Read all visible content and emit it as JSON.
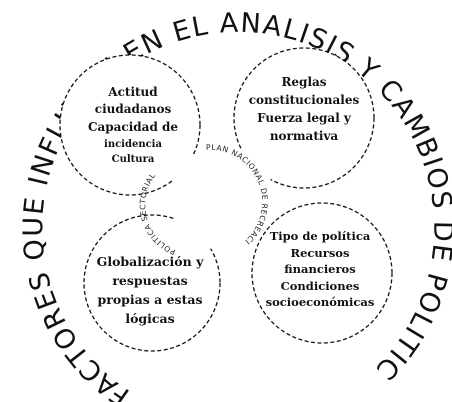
{
  "outer_title": "FACTORES QUE INFLUYEN EN EL ANALISIS Y CAMBIOS DE POLITICAS",
  "center": {
    "label_plan": "PLAN NACIONAL DE RECREACIÓN",
    "label_sectoral": "POLITICA SECTORIAL"
  },
  "circles": {
    "top_left": [
      "Actitud",
      "ciudadanos",
      "Capacidad de",
      "incidencia",
      "Cultura"
    ],
    "top_right": [
      "Reglas",
      "constitucionales",
      "Fuerza legal y",
      "normativa"
    ],
    "bottom_left": [
      "Globalización y",
      "respuestas",
      "propias a estas",
      "lógicas"
    ],
    "bottom_right": [
      "Tipo de política",
      "Recursos",
      "financieros",
      "Condiciones",
      "socioeconómicas"
    ]
  }
}
